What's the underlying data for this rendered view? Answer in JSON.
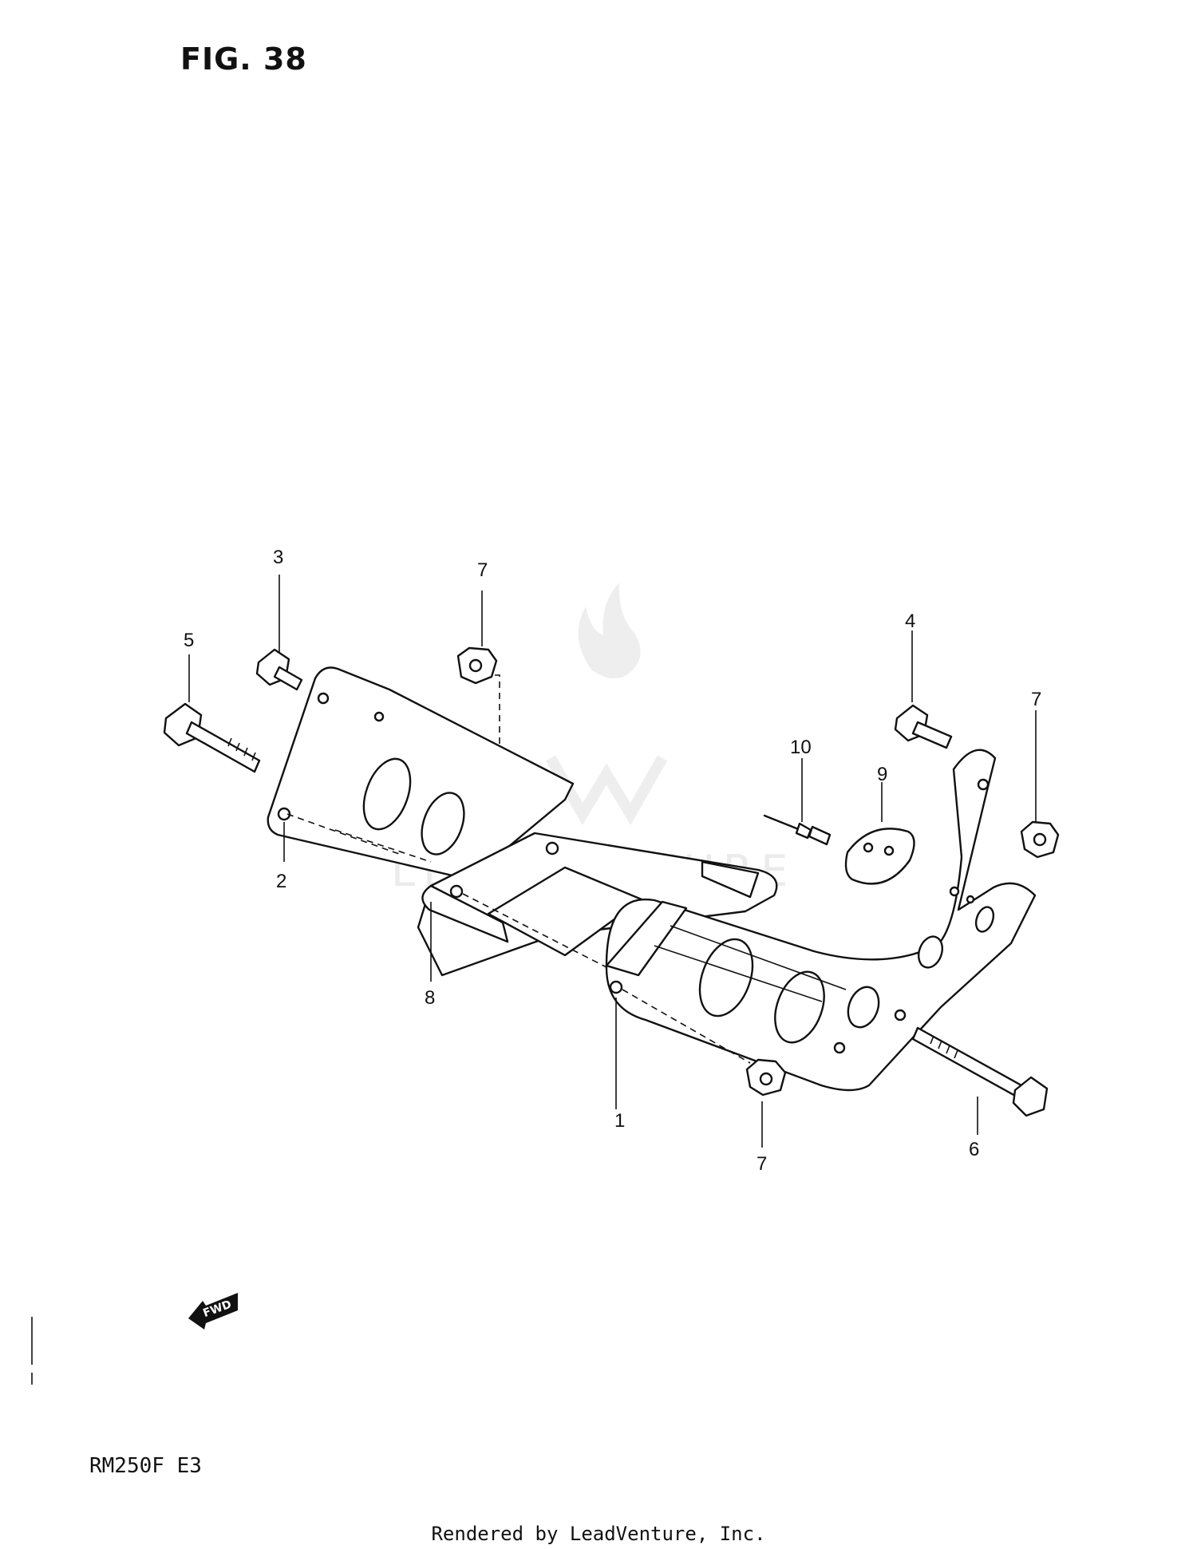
{
  "figure": {
    "title": "FIG. 38"
  },
  "model": {
    "code": "RM250F  E3"
  },
  "footer": {
    "text": "Rendered by LeadVenture, Inc."
  },
  "watermark": {
    "text": "LEADVENTURE"
  },
  "direction_marker": {
    "label": "FWD"
  },
  "callouts": [
    {
      "id": "c1",
      "number": "1"
    },
    {
      "id": "c2",
      "number": "2"
    },
    {
      "id": "c3",
      "number": "3"
    },
    {
      "id": "c4",
      "number": "4"
    },
    {
      "id": "c5",
      "number": "5"
    },
    {
      "id": "c6",
      "number": "6"
    },
    {
      "id": "c7a",
      "number": "7"
    },
    {
      "id": "c7b",
      "number": "7"
    },
    {
      "id": "c7c",
      "number": "7"
    },
    {
      "id": "c8",
      "number": "8"
    },
    {
      "id": "c9",
      "number": "9"
    },
    {
      "id": "c10",
      "number": "10"
    }
  ]
}
